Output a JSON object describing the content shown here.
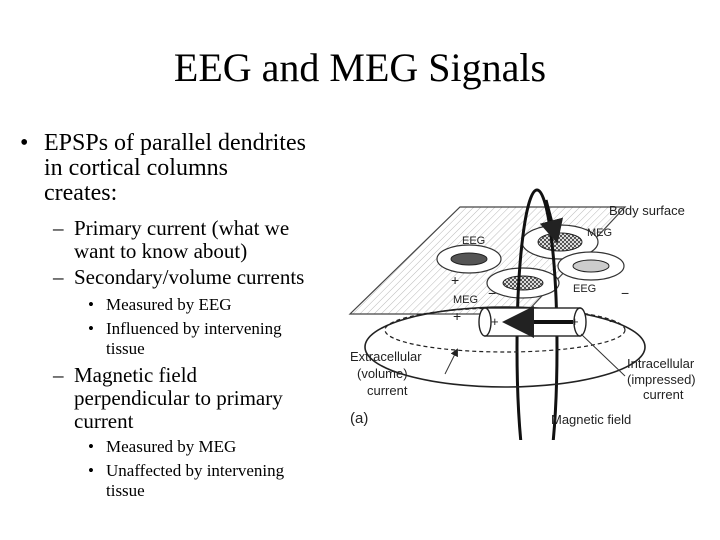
{
  "slide": {
    "title": "EEG and MEG Signals",
    "bullet1": {
      "marker": "•",
      "lines": [
        "EPSPs of parallel dendrites",
        "in cortical columns",
        "creates:"
      ]
    },
    "sub1": {
      "marker": "–",
      "lines": [
        "Primary current (what we",
        "want to know about)"
      ]
    },
    "sub2": {
      "marker": "–",
      "lines": [
        "Secondary/volume currents"
      ]
    },
    "sub2_items": [
      {
        "marker": "•",
        "lines": [
          "Measured by EEG"
        ]
      },
      {
        "marker": "•",
        "lines": [
          "Influenced by intervening",
          "tissue"
        ]
      }
    ],
    "sub3": {
      "marker": "–",
      "lines": [
        "Magnetic field",
        "perpendicular to primary",
        "current"
      ]
    },
    "sub3_items": [
      {
        "marker": "•",
        "lines": [
          "Measured by MEG"
        ]
      },
      {
        "marker": "•",
        "lines": [
          "Unaffected by intervening",
          "tissue"
        ]
      }
    ]
  },
  "figure": {
    "body_surface": "Body surface",
    "eeg_1": "EEG",
    "meg_1": "MEG",
    "eeg_2": "EEG",
    "meg_2": "MEG",
    "extracellular": [
      "Extracellular",
      "(volume)",
      "current"
    ],
    "intracellular": [
      "Intracellular",
      "(impressed)",
      "current"
    ],
    "magnetic_field": "Magnetic field",
    "panel_label": "(a)",
    "plus": "+",
    "minus": "−"
  }
}
